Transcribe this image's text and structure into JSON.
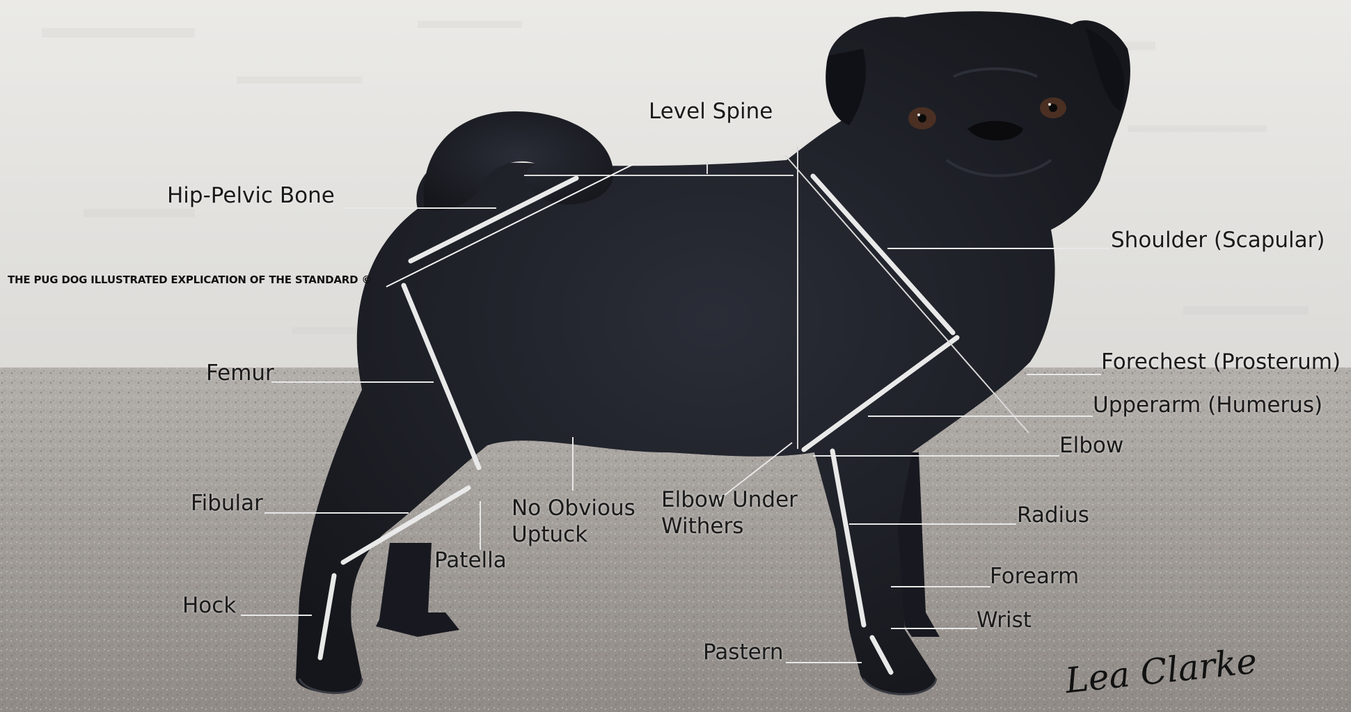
{
  "copyright": "THE PUG DOG ILLUSTRATED EXPLICATION OF THE STANDARD ©",
  "signature": "Lea Clarke",
  "labels": {
    "level_spine": "Level Spine",
    "hip_pelvic_bone": "Hip-Pelvic Bone",
    "shoulder": "Shoulder (Scapular)",
    "forechest": "Forechest (Prosterum)",
    "upperarm": "Upperarm (Humerus)",
    "elbow": "Elbow",
    "femur": "Femur",
    "fibular": "Fibular",
    "patella": "Patella",
    "no_obvious_uptuck": "No Obvious Uptuck",
    "elbow_under_withers": "Elbow Under Withers",
    "radius": "Radius",
    "forearm": "Forearm",
    "wrist": "Wrist",
    "hock": "Hock",
    "pastern": "Pastern"
  },
  "colors": {
    "dog": "#1b1d24",
    "wall": "#e6e5e1",
    "ground": "#a29d98",
    "bone_line": "#e9e9e9",
    "text": "#1d1d1d"
  }
}
